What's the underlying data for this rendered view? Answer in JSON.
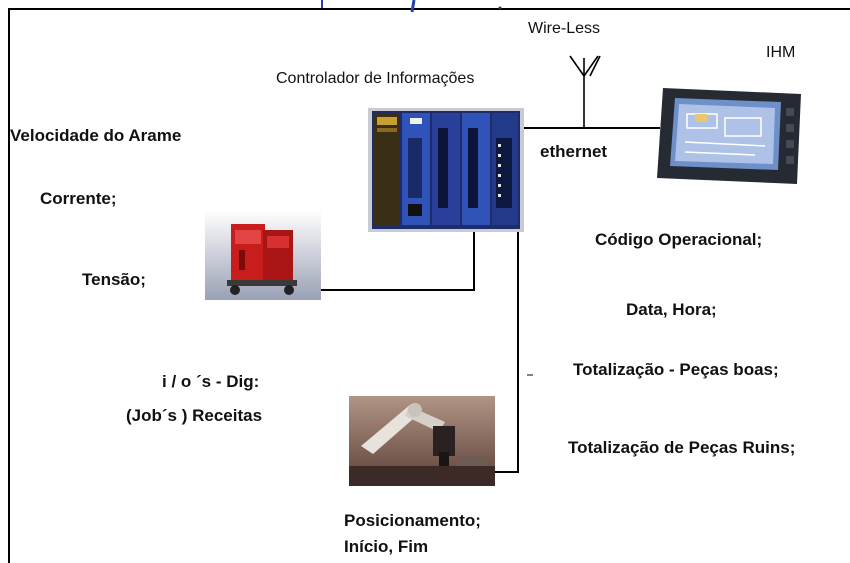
{
  "labels": {
    "wireless": "Wire-Less",
    "controller": "Controlador de Informações",
    "ihm": "IHM",
    "ethernet": "ethernet",
    "wire_speed": "Velocidade do Arame",
    "current": "Corrente;",
    "voltage": "Tensão;",
    "io_dig": "i / o ´s - Dig:",
    "jobs": "(Job´s ) Receitas",
    "op_code": "Código Operacional;",
    "date_time": "Data, Hora;",
    "total_good": "Totalização - Peças boas;",
    "total_bad": "Totalização de Peças Ruins;",
    "positioning": "Posicionamento;",
    "start_end": "Início, Fim"
  },
  "images": {
    "plc": "plc-controller-image",
    "hmi": "hmi-touchscreen-image",
    "welder": "welding-power-source-image",
    "robot": "welding-robot-image"
  },
  "colors": {
    "plc_body": "#2b3f8c",
    "hmi_frame": "#262a33",
    "welder_red": "#c81d1d",
    "robot_bg": "#8d6a5e",
    "line": "#000000",
    "top_stub": "#2244aa"
  }
}
